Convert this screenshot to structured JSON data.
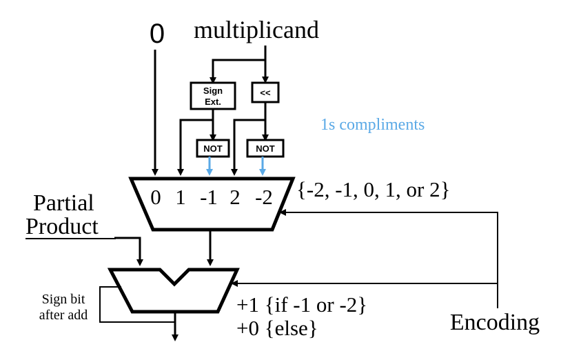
{
  "inputs": {
    "zero": "0",
    "multiplicand": "multiplicand"
  },
  "blocks": {
    "sign_ext_line1": "Sign",
    "sign_ext_line2": "Ext.",
    "shift": "<<",
    "not_left": "NOT",
    "not_right": "NOT"
  },
  "annotations": {
    "ones_complement": "1s compliments",
    "encoding_values": "{-2, -1, 0, 1, or 2}",
    "partial_product_line1": "Partial",
    "partial_product_line2": "Product",
    "carry_if": "+1 {if -1 or -2}",
    "carry_else": "+0 {else}",
    "encoding": "Encoding",
    "sign_bit_line1": "Sign bit",
    "sign_bit_line2": "after add"
  },
  "mux_inputs": [
    "0",
    "1",
    "-1",
    "2",
    "-2"
  ],
  "colors": {
    "line": "#000000",
    "accent": "#5aa9e6"
  }
}
